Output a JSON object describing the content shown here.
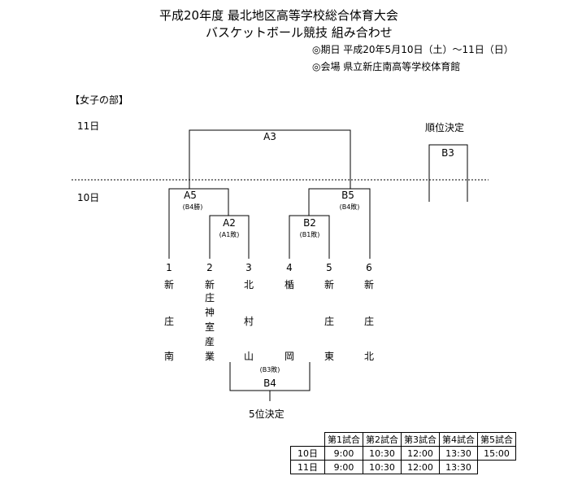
{
  "header": {
    "line1": "平成20年度 最北地区高等学校総合体育大会",
    "line2": "バスケットボール競技 組み合わせ",
    "period": "◎期日 平成20年5月10日（土）～11日（日）",
    "venue": "◎会場 県立新庄南高等学校体育館"
  },
  "section_label": "【女子の部】",
  "day_labels": {
    "day11": "11日",
    "day10": "10日"
  },
  "placement_label": "順位決定",
  "fifth_place_label": "5位決定",
  "matches": {
    "A3": "A3",
    "A5": "A5",
    "A5_note": "(B4勝)",
    "A2": "A2",
    "A2_note": "(A1敗)",
    "B2": "B2",
    "B2_note": "(B1敗)",
    "B5": "B5",
    "B5_note": "(B4敗)",
    "B3": "B3",
    "B4": "B4",
    "B4_note": "(B3敗)"
  },
  "teams": [
    {
      "num": "1",
      "c1": "新",
      "c2": "庄",
      "c3": "南"
    },
    {
      "num": "2",
      "c1": "新",
      "c2": "庄\n神\n室\n産",
      "c3": "業"
    },
    {
      "num": "3",
      "c1": "北",
      "c2": "村",
      "c3": "山"
    },
    {
      "num": "4",
      "c1": "楯",
      "c2": "",
      "c3": "岡"
    },
    {
      "num": "5",
      "c1": "新",
      "c2": "庄",
      "c3": "東"
    },
    {
      "num": "6",
      "c1": "新",
      "c2": "庄",
      "c3": "北"
    }
  ],
  "schedule": {
    "headers": [
      "第1試合",
      "第2試合",
      "第3試合",
      "第4試合",
      "第5試合"
    ],
    "rows": [
      {
        "day": "10日",
        "times": [
          "9:00",
          "10:30",
          "12:00",
          "13:30",
          "15:00"
        ]
      },
      {
        "day": "11日",
        "times": [
          "9:00",
          "10:30",
          "12:00",
          "13:30",
          ""
        ]
      }
    ]
  }
}
